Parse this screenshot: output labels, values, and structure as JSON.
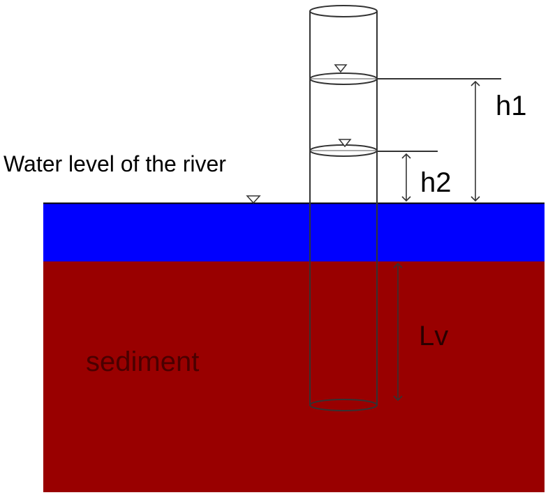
{
  "labels": {
    "water_level": "Water level of the river",
    "h1": "h1",
    "h2": "h2",
    "lv": "Lv",
    "sediment": "sediment"
  },
  "colors": {
    "water": "#0000ff",
    "sediment": "#990000",
    "sediment_text": "#4a0000",
    "line": "#333333"
  },
  "icons": {
    "water_surface_marker": "inverted-triangle"
  }
}
